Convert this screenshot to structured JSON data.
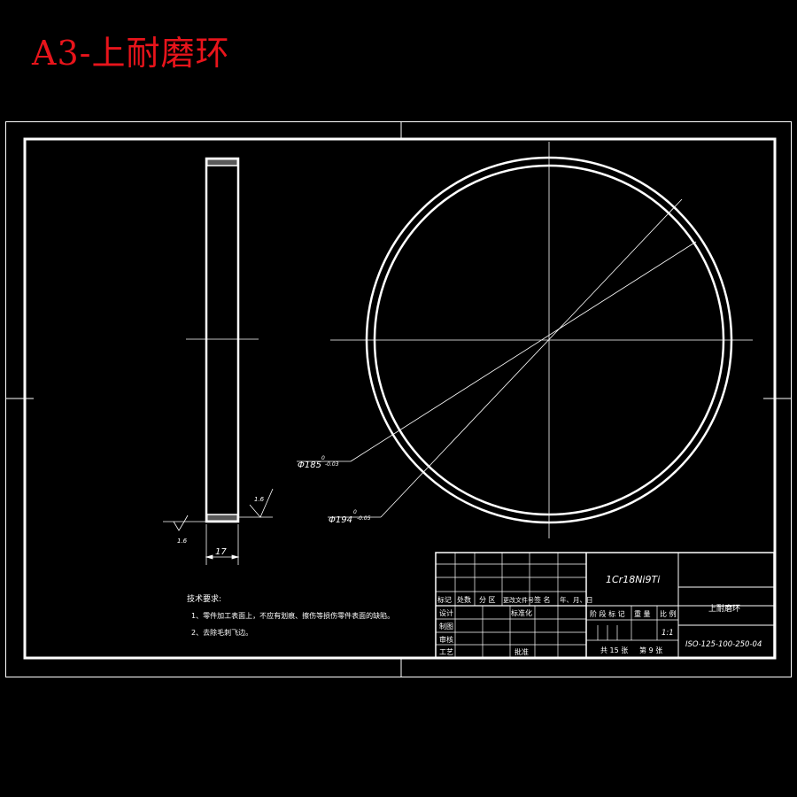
{
  "title": "A3-上耐磨环",
  "dimensions": {
    "width": "17",
    "roughness_top": "1.6",
    "roughness_bottom": "1.6",
    "dia_inner": {
      "base": "Φ185",
      "upper": "0",
      "lower": "-0.03"
    },
    "dia_outer": {
      "base": "Φ194",
      "upper": "0",
      "lower": "-0.05"
    }
  },
  "technical_requirements": {
    "heading": "技术要求:",
    "items": [
      "1、零件加工表面上，不应有划痕、擦伤等损伤零件表面的缺陷。",
      "2、去除毛刺飞边。"
    ]
  },
  "title_block": {
    "material": "1Cr18Ni9Ti",
    "part_name": "上耐磨环",
    "drawing_no": "ISO-125-100-250-04",
    "scale": "1:1",
    "sheets_total": "共 15 张",
    "sheet_no": "第 9 张",
    "revision_headers": [
      "标记",
      "处数",
      "分 区",
      "更改文件号",
      "签 名",
      "年、月、日"
    ],
    "role_labels": [
      "设计",
      "制图",
      "审核",
      "工艺"
    ],
    "standardization": "标准化",
    "approval": "批准",
    "stage_headers": [
      "阶 段 标 记",
      "重 量",
      "比 例"
    ]
  }
}
